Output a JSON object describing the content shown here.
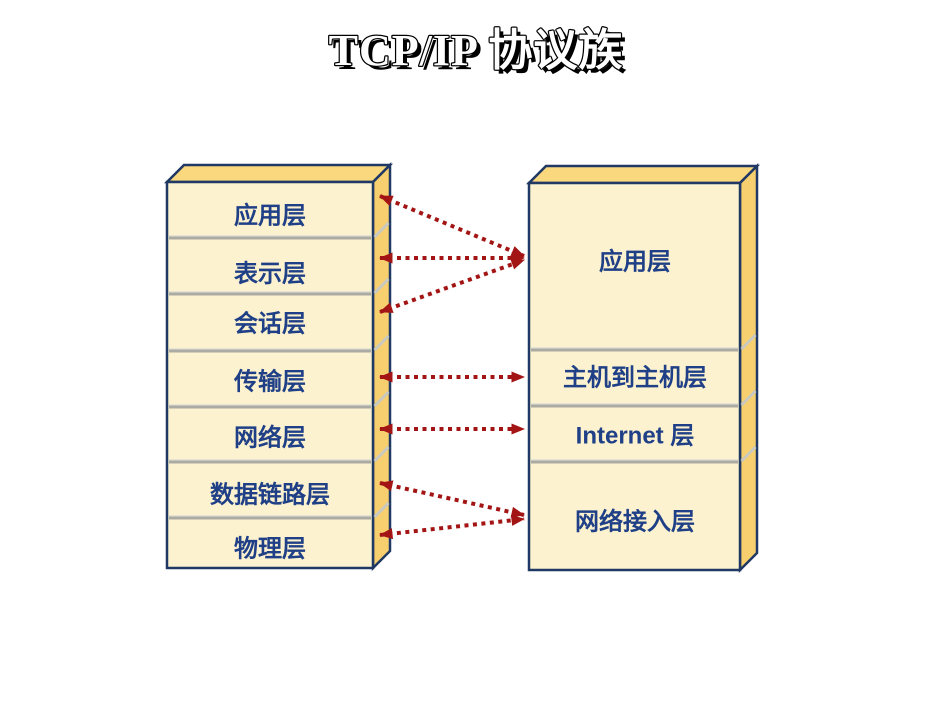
{
  "title": "TCP/IP 协议族",
  "left_stack": {
    "layers": [
      "应用层",
      "表示层",
      "会话层",
      "传输层",
      "网络层",
      "数据链路层",
      "物理层"
    ]
  },
  "right_stack": {
    "layers": [
      "应用层",
      "主机到主机层",
      "Internet 层",
      "网络接入层"
    ]
  },
  "mappings": [
    {
      "left": "应用层",
      "right": "应用层"
    },
    {
      "left": "表示层",
      "right": "应用层"
    },
    {
      "left": "会话层",
      "right": "应用层"
    },
    {
      "left": "传输层",
      "right": "主机到主机层"
    },
    {
      "left": "网络层",
      "right": "Internet 层"
    },
    {
      "left": "数据链路层",
      "right": "网络接入层"
    },
    {
      "left": "物理层",
      "right": "网络接入层"
    }
  ],
  "arrow_style": "dotted-double-headed",
  "colors": {
    "background": "#FFFFFF",
    "box_face": "#FCF2CF",
    "box_top": "#FAD87E",
    "box_side": "#F8CF6E",
    "box_border": "#1F3864",
    "divider": "#ABABA3",
    "label_text": "#1F3F87",
    "arrow": "#A31414",
    "title_fill": "#FFFFFF",
    "title_outline": "#000000",
    "title_shadow": "#000000"
  }
}
